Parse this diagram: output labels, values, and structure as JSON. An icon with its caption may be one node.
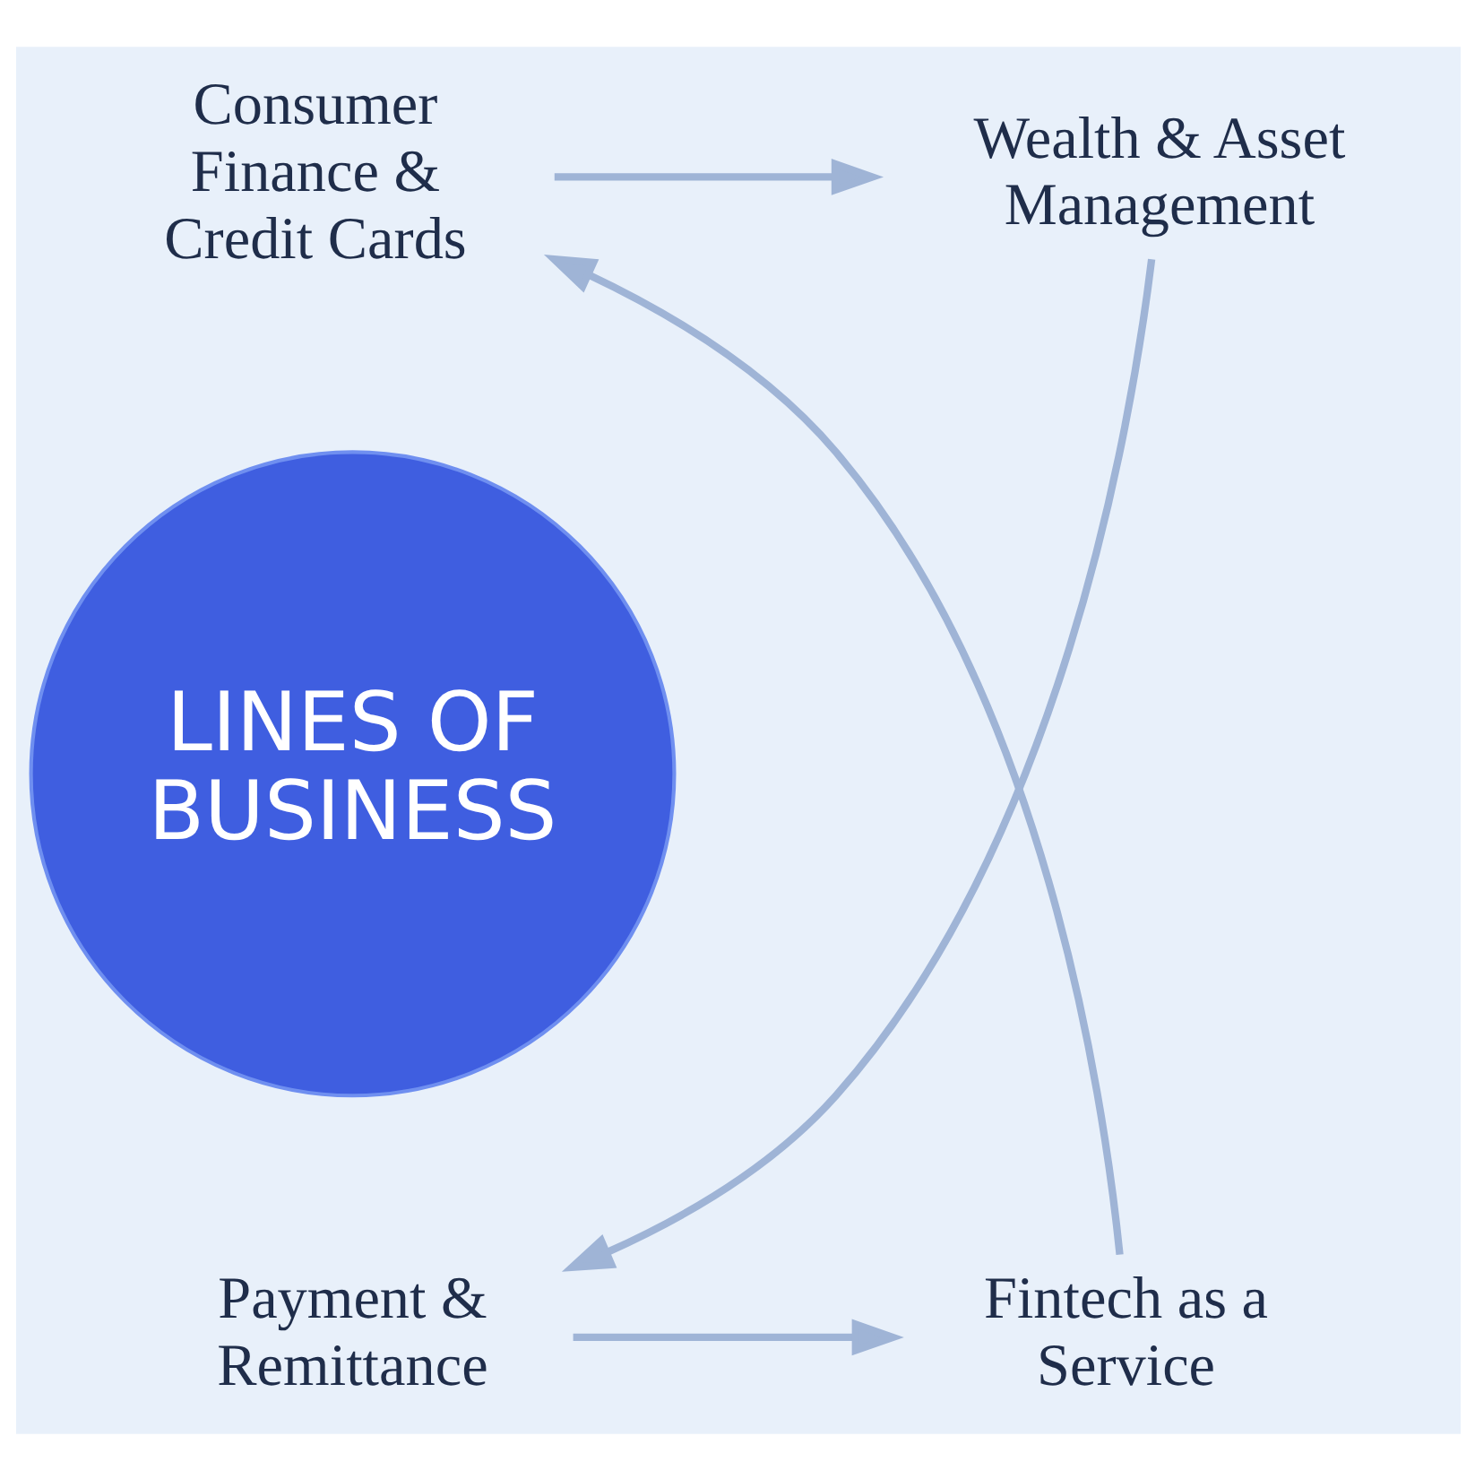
{
  "diagram": {
    "nodes": [
      {
        "text": [
          "LINES OF BUSINESS"
        ]
      },
      {
        "text": [
          "Consumer Finance & Credit Cards"
        ]
      },
      {
        "text": [
          "Wealth & Asset Management"
        ]
      },
      {
        "text": [
          "Payment & Remittance"
        ]
      },
      {
        "text": [
          "Fintech as a Service"
        ]
      }
    ],
    "edges": [
      {
        "from": 1,
        "to": 2,
        "arrow": "to"
      },
      {
        "from": 2,
        "to": 3,
        "arrow": "to"
      },
      {
        "from": 3,
        "to": 4,
        "arrow": "to"
      },
      {
        "from": 4,
        "to": 1,
        "arrow": "to"
      }
    ]
  }
}
